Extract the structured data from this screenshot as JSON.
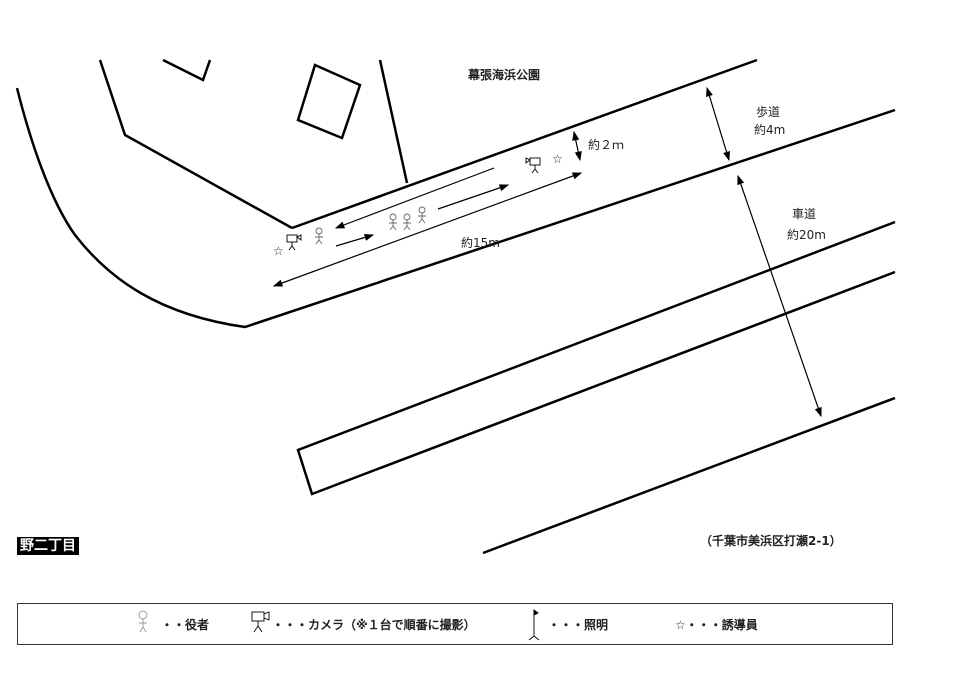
{
  "map": {
    "park_label": "幕張海浜公園",
    "sidewalk_label": "歩道",
    "sidewalk_width": "約4m",
    "road_label": "車道",
    "road_width": "約20m",
    "gap_distance": "約２ｍ",
    "shoot_length": "約15m",
    "address": "（千葉市美浜区打瀬2-1）",
    "area_label": "野二丁目"
  },
  "legend": {
    "actor": "・・役者",
    "camera": "・・・カメラ（※１台で順番に撮影）",
    "light": "・・・照明",
    "guide": "☆・・・誘導員"
  }
}
